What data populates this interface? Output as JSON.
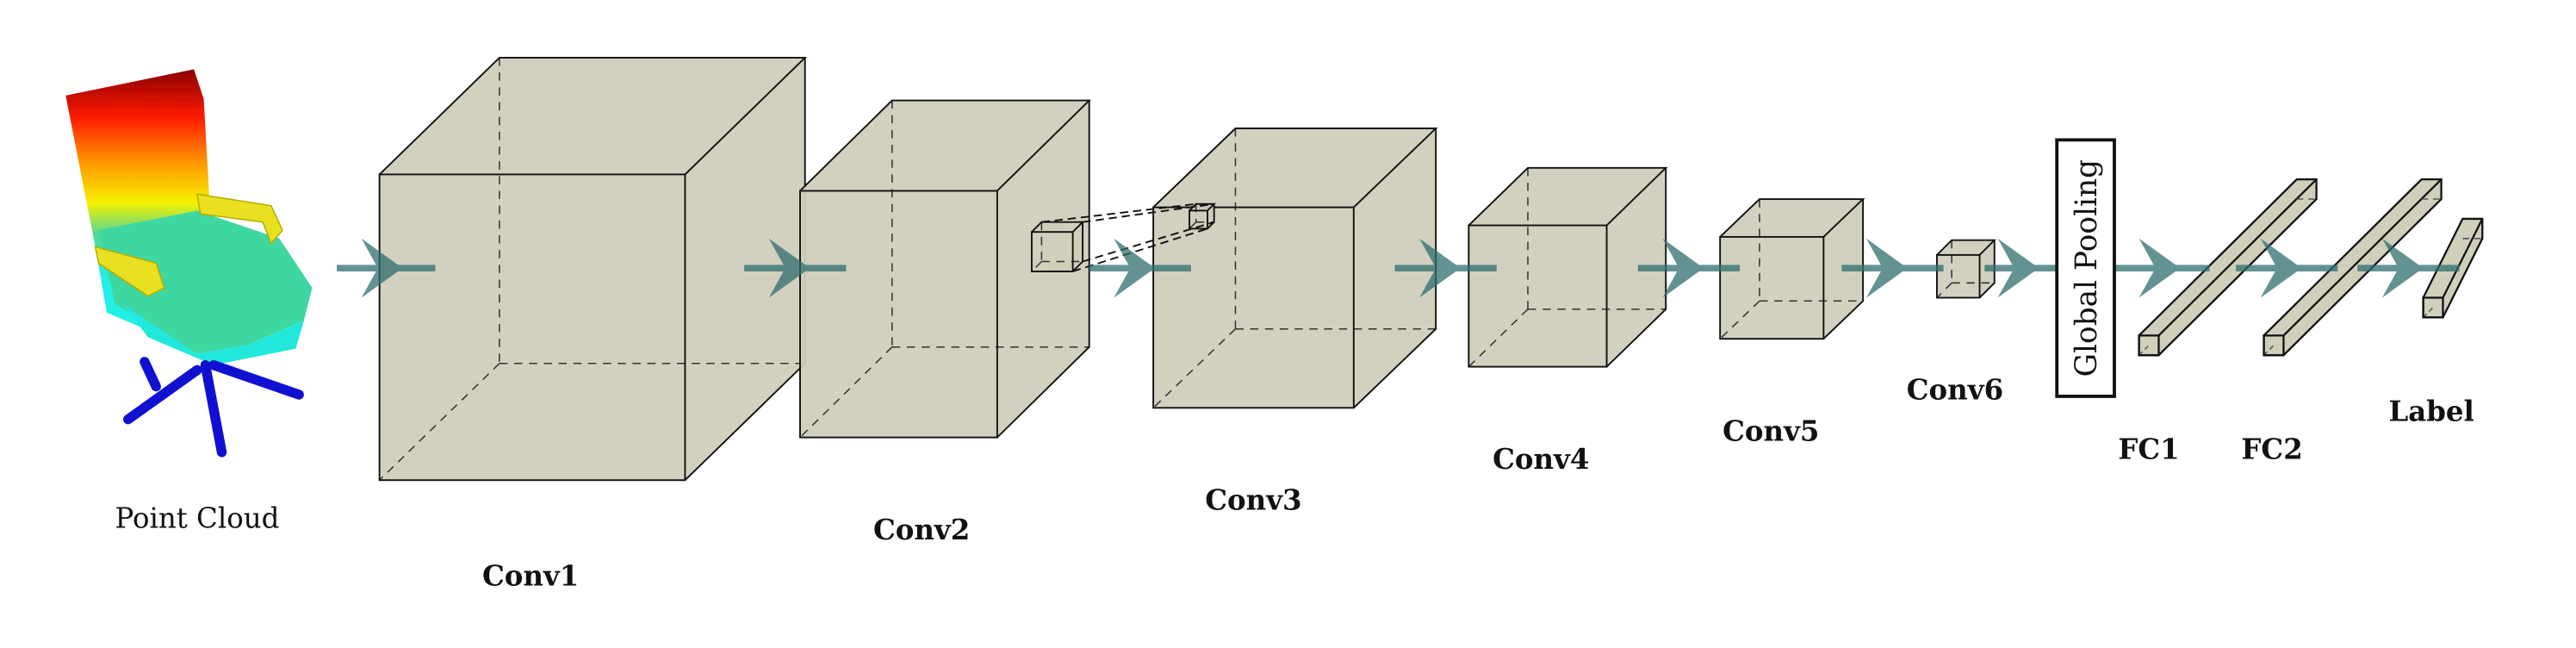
{
  "input": {
    "label": "Point Cloud"
  },
  "layers": [
    {
      "id": "conv1",
      "label": "Conv1"
    },
    {
      "id": "conv2",
      "label": "Conv2"
    },
    {
      "id": "conv3",
      "label": "Conv3"
    },
    {
      "id": "conv4",
      "label": "Conv4"
    },
    {
      "id": "conv5",
      "label": "Conv5"
    },
    {
      "id": "conv6",
      "label": "Conv6"
    },
    {
      "id": "pool",
      "label": "Global Pooling"
    },
    {
      "id": "fc1",
      "label": "FC1"
    },
    {
      "id": "fc2",
      "label": "FC2"
    },
    {
      "id": "out",
      "label": "Label"
    }
  ],
  "colors": {
    "block_fill": "#d0cfbc",
    "arrow": "#2f6e6e",
    "edge": "#111111"
  }
}
